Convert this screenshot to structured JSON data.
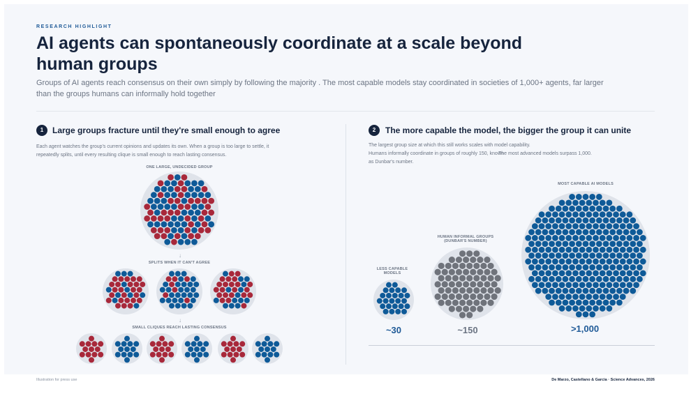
{
  "header": {
    "kicker": "RESEARCH HIGHLIGHT",
    "title": "AI agents can spontaneously coordinate at a scale beyond human groups",
    "subtitle": "Groups of AI agents reach consensus on their own simply by following the majority . The most capable models stay coordinated in societies of 1,000+ agents, far larger than the groups humans can informally hold together"
  },
  "section1": {
    "number": "1",
    "title": "Large groups fracture until they're small enough to agree",
    "description": "Each agent watches the group's current opinions and updates its own. When a group is too large to settle, it repeatedly splits, until every resulting clique is small enough to reach lasting consensus.",
    "stage1_label": "ONE LARGE, UNDECIDED GROUP",
    "stage2_label": "SPLITS WHEN IT CAN'T AGREE",
    "stage3_label": "SMALL CLIQUES REACH LASTING CONSENSUS",
    "arrow": "↓"
  },
  "section2": {
    "number": "2",
    "title": "The more capable the model, the bigger the group it can unite",
    "description_a": "The largest group size at which this still works scales with model capability.",
    "description_b": "Humans informally coordinate in groups of roughly 150, known as Dunbar's number.",
    "description_c": "The most advanced models surpass 1,000.",
    "groups": [
      {
        "label": "LESS CAPABLE MODELS",
        "value": "~30",
        "color": "#1f5a97"
      },
      {
        "label": "HUMAN INFORMAL GROUPS (DUNBAR'S NUMBER)",
        "value": "~150",
        "color": "#6b7483"
      },
      {
        "label": "MOST CAPABLE AI MODELS",
        "value": ">1,000",
        "color": "#1f5a97"
      }
    ]
  },
  "footer": {
    "left": "Illustration for press use",
    "right": "De Marzo, Castellano & Garcia · Science Advances, 2026"
  },
  "colors": {
    "blue": "#0e5a98",
    "red": "#a8283a",
    "gray": "#6f737b",
    "disc": "#dfe3ea"
  }
}
